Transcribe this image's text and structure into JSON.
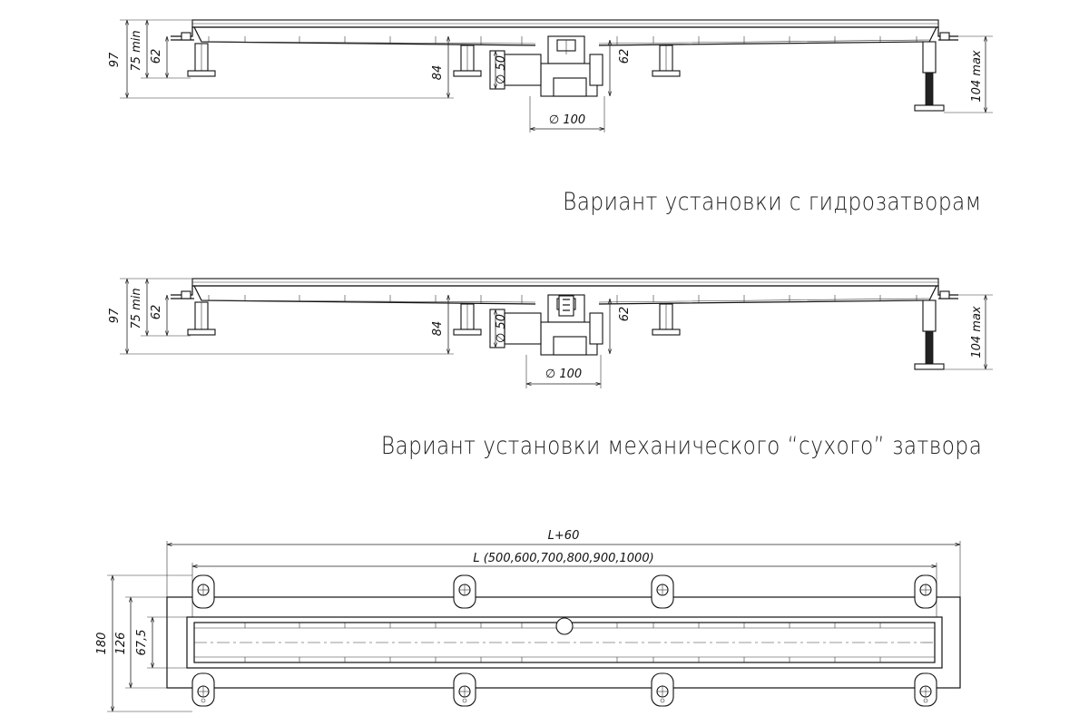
{
  "captions": {
    "top_variant": "Вариант установки с гидрозатворам",
    "middle_variant": "Вариант установки механического “сухого” затвора"
  },
  "dims_side": {
    "total_height": "97",
    "min_height": "75 min",
    "mid_height": "62",
    "center_height": "84",
    "pipe_small": "∅ 50",
    "trap_height": "62",
    "pipe_large": "∅ 100",
    "max_height": "104 max"
  },
  "dims_plan": {
    "overall_length": "L+60",
    "length": "L (500,600,700,800,900,1000)",
    "width_outer": "180",
    "width_mid": "126",
    "width_inner": "67,5"
  }
}
